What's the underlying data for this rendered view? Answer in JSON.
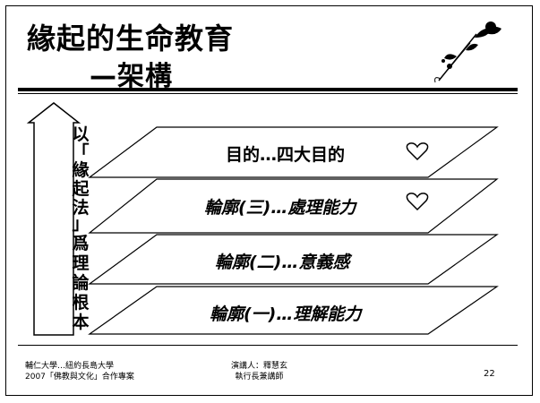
{
  "slide": {
    "title_line1": "緣起的生命教育",
    "title_line2": "—架構",
    "vertical_text": [
      "以",
      "「",
      "緣",
      "起",
      "法",
      "」",
      "爲",
      "理",
      "論",
      "根",
      "本"
    ],
    "layers": [
      {
        "label": "目的…四大目的",
        "heart": true
      },
      {
        "label": "輪廓(三)…處理能力",
        "heart": true
      },
      {
        "label": "輪廓(二)…意義感",
        "heart": false
      },
      {
        "label": "輪廓(一)…理解能力",
        "heart": false
      }
    ],
    "footer": {
      "left_line1": "輔仁大學…紐約長島大學",
      "left_line2": "2007「佛教與文化」合作專案",
      "center_line1": "演講人：釋慧玄",
      "center_line2": "執行長兼講師",
      "page_number": "22"
    },
    "icons": {
      "flower": "rose-icon",
      "heart": "heart-outline-icon",
      "arrow": "up-arrow-icon"
    }
  }
}
